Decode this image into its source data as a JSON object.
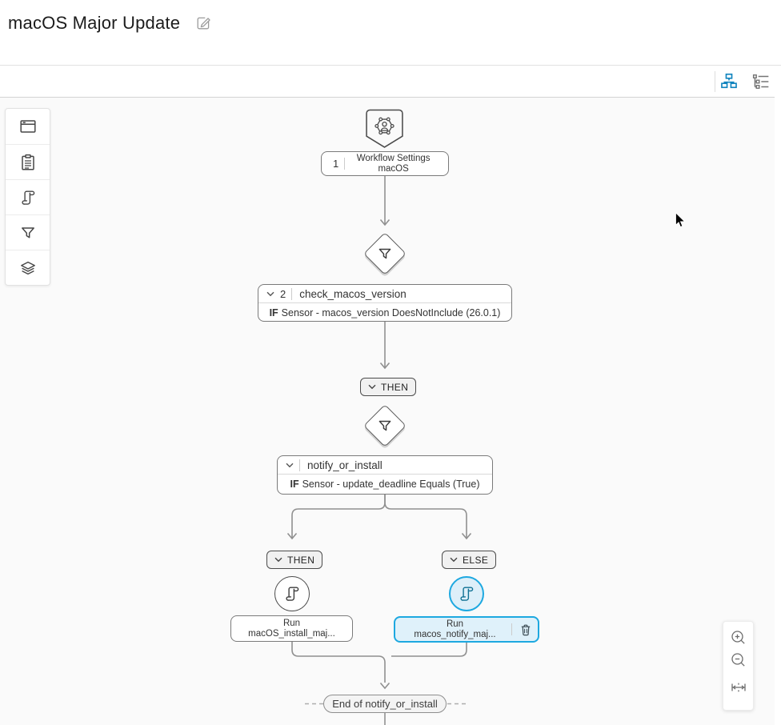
{
  "header": {
    "title": "macOS Major Update"
  },
  "toolbar": {
    "views": [
      {
        "id": "flow-view",
        "icon": "org-chart-icon",
        "active": true
      },
      {
        "id": "list-view",
        "icon": "outline-list-icon",
        "active": false
      }
    ]
  },
  "palette": {
    "items": [
      {
        "icon": "window-icon"
      },
      {
        "icon": "clipboard-icon"
      },
      {
        "icon": "scroll-icon"
      },
      {
        "icon": "filter-icon"
      },
      {
        "icon": "layers-icon"
      }
    ]
  },
  "workflow": {
    "settings": {
      "step": "1",
      "line1": "Workflow Settings",
      "line2": "macOS"
    },
    "condition1": {
      "step": "2",
      "name": "check_macos_version",
      "if_label": "IF",
      "condition": "Sensor - macos_version DoesNotInclude (26.0.1)"
    },
    "then1_label": "THEN",
    "condition2": {
      "name": "notify_or_install",
      "if_label": "IF",
      "condition": "Sensor - update_deadline Equals (True)"
    },
    "then2_label": "THEN",
    "else_label": "ELSE",
    "action_then": {
      "line1": "Run",
      "line2": "macOS_install_maj..."
    },
    "action_else": {
      "line1": "Run",
      "line2": "macos_notify_maj...",
      "selected": true
    },
    "end_label": "End of notify_or_install"
  },
  "zoom_controls": {
    "items": [
      {
        "icon": "zoom-in-icon"
      },
      {
        "icon": "zoom-out-icon"
      },
      {
        "icon": "fit-to-screen-icon"
      }
    ]
  },
  "colors": {
    "selection_blue": "#1DA8E0",
    "selection_fill": "#DFF1FA",
    "toolbar_icon_blue": "#1184BE",
    "connector_gray": "#909090",
    "canvas_bg": "#FAFAFA"
  }
}
